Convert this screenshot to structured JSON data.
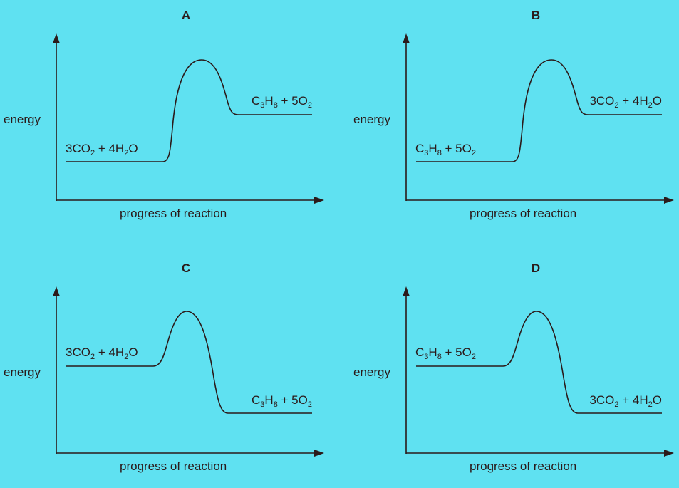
{
  "panels": [
    {
      "letter": "A",
      "ylabel": "energy",
      "xlabel": "progress of reaction",
      "start_level": "low",
      "end_level": "high",
      "start_species": {
        "parts": [
          {
            "t": "3CO"
          },
          {
            "t": "2",
            "sub": true
          },
          {
            "t": " + 4H"
          },
          {
            "t": "2",
            "sub": true
          },
          {
            "t": "O"
          }
        ]
      },
      "end_species": {
        "parts": [
          {
            "t": "C"
          },
          {
            "t": "3",
            "sub": true
          },
          {
            "t": "H"
          },
          {
            "t": "8",
            "sub": true
          },
          {
            "t": " + 5O"
          },
          {
            "t": "2",
            "sub": true
          }
        ]
      }
    },
    {
      "letter": "B",
      "ylabel": "energy",
      "xlabel": "progress of reaction",
      "start_level": "low",
      "end_level": "high",
      "start_species": {
        "parts": [
          {
            "t": "C"
          },
          {
            "t": "3",
            "sub": true
          },
          {
            "t": "H"
          },
          {
            "t": "8",
            "sub": true
          },
          {
            "t": " + 5O"
          },
          {
            "t": "2",
            "sub": true
          }
        ]
      },
      "end_species": {
        "parts": [
          {
            "t": "3CO"
          },
          {
            "t": "2",
            "sub": true
          },
          {
            "t": " + 4H"
          },
          {
            "t": "2",
            "sub": true
          },
          {
            "t": "O"
          }
        ]
      }
    },
    {
      "letter": "C",
      "ylabel": "energy",
      "xlabel": "progress of reaction",
      "start_level": "high",
      "end_level": "low",
      "start_species": {
        "parts": [
          {
            "t": "3CO"
          },
          {
            "t": "2",
            "sub": true
          },
          {
            "t": " + 4H"
          },
          {
            "t": "2",
            "sub": true
          },
          {
            "t": "O"
          }
        ]
      },
      "end_species": {
        "parts": [
          {
            "t": "C"
          },
          {
            "t": "3",
            "sub": true
          },
          {
            "t": "H"
          },
          {
            "t": "8",
            "sub": true
          },
          {
            "t": " + 5O"
          },
          {
            "t": "2",
            "sub": true
          }
        ]
      }
    },
    {
      "letter": "D",
      "ylabel": "energy",
      "xlabel": "progress of reaction",
      "start_level": "high",
      "end_level": "low",
      "start_species": {
        "parts": [
          {
            "t": "C"
          },
          {
            "t": "3",
            "sub": true
          },
          {
            "t": "H"
          },
          {
            "t": "8",
            "sub": true
          },
          {
            "t": " + 5O"
          },
          {
            "t": "2",
            "sub": true
          }
        ]
      },
      "end_species": {
        "parts": [
          {
            "t": "3CO"
          },
          {
            "t": "2",
            "sub": true
          },
          {
            "t": " + 4H"
          },
          {
            "t": "2",
            "sub": true
          },
          {
            "t": "O"
          }
        ]
      }
    }
  ]
}
